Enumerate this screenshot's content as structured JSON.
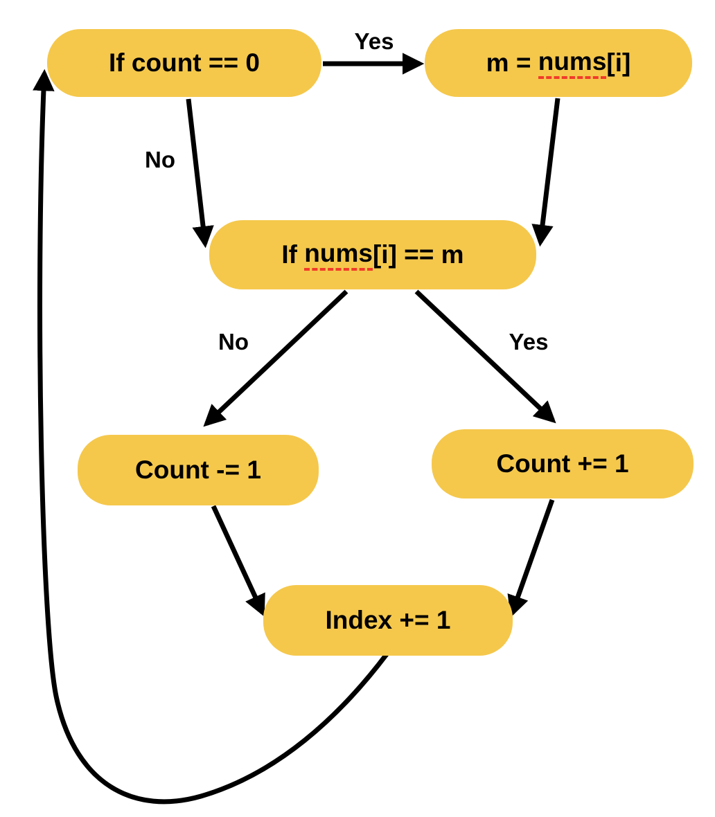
{
  "diagram": {
    "title": "majority-element-flowchart",
    "colors": {
      "background": "#ffffff",
      "node_fill": "#f5c84c",
      "text": "#000000",
      "edge": "#000000",
      "misspell_underline": "#f23b2a"
    },
    "nodes": {
      "if_count": {
        "pre": "If count == 0",
        "mark": "",
        "post": ""
      },
      "m_assign": {
        "pre": "m = ",
        "mark": "nums",
        "post": "[i]"
      },
      "if_nums": {
        "pre": "If ",
        "mark": "nums",
        "post": "[i] == m"
      },
      "count_dec": {
        "pre": "Count -= 1",
        "mark": "",
        "post": ""
      },
      "count_inc": {
        "pre": "Count += 1",
        "mark": "",
        "post": ""
      },
      "index_inc": {
        "pre": "Index += 1",
        "mark": "",
        "post": ""
      }
    },
    "edge_labels": {
      "yes_top": "Yes",
      "no_left": "No",
      "no_mid": "No",
      "yes_mid": "Yes"
    },
    "edges": [
      {
        "from": "if_count",
        "to": "m_assign",
        "label": "Yes"
      },
      {
        "from": "if_count",
        "to": "if_nums",
        "label": "No"
      },
      {
        "from": "m_assign",
        "to": "if_nums",
        "label": ""
      },
      {
        "from": "if_nums",
        "to": "count_dec",
        "label": "No"
      },
      {
        "from": "if_nums",
        "to": "count_inc",
        "label": "Yes"
      },
      {
        "from": "count_dec",
        "to": "index_inc",
        "label": ""
      },
      {
        "from": "count_inc",
        "to": "index_inc",
        "label": ""
      },
      {
        "from": "index_inc",
        "to": "if_count",
        "label": ""
      }
    ]
  }
}
